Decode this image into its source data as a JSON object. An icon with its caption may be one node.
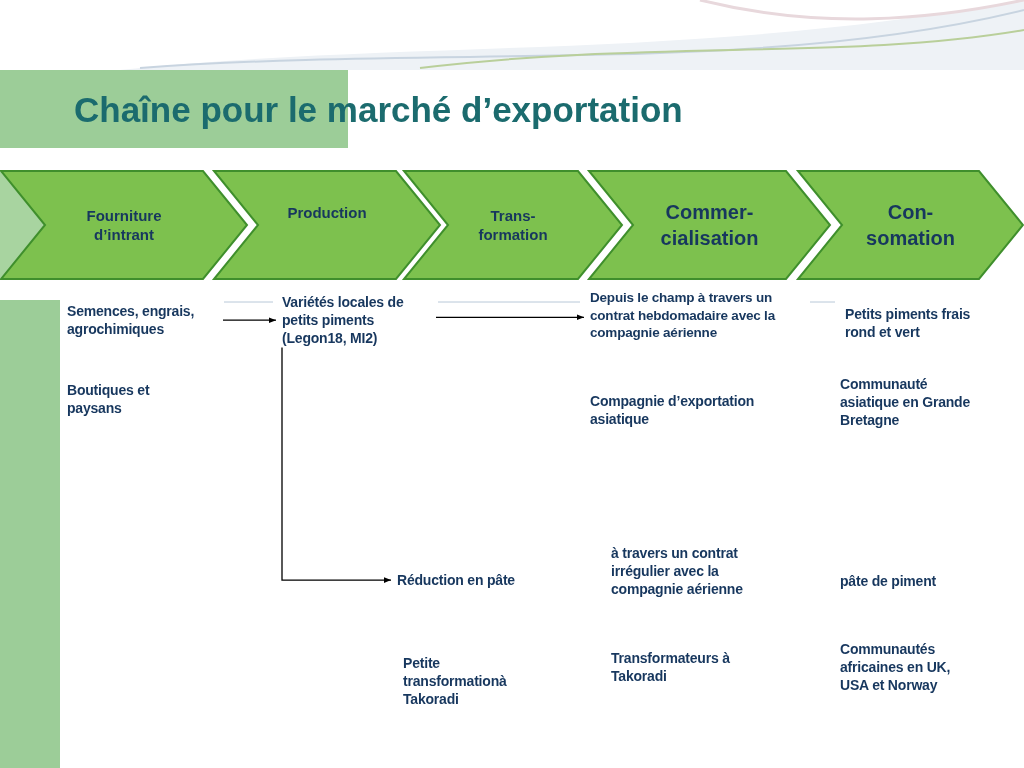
{
  "diagram": {
    "title": "Chaîne pour le marché d’exportation",
    "nodes": [
      {
        "text": [
          "Fourniture d’intrant"
        ]
      },
      {
        "text": [
          "Production"
        ]
      },
      {
        "text": [
          "Trans- formation"
        ]
      },
      {
        "text": [
          "Commer- cialisation"
        ]
      },
      {
        "text": [
          "Con- somation"
        ]
      },
      {
        "text": [
          "Semences, engrais, agrochimiques"
        ]
      },
      {
        "text": [
          "Variétés locales de petits piments (Legon18, MI2)"
        ]
      },
      {
        "text": [
          "Depuis le champ à travers un contrat hebdomadaire avec la compagnie aérienne"
        ]
      },
      {
        "text": [
          "Réduction en pâte"
        ]
      }
    ],
    "edges": [
      {
        "from": 5,
        "to": 6,
        "arrow": "to"
      },
      {
        "from": 6,
        "to": 7,
        "arrow": "to"
      },
      {
        "from": 6,
        "to": 8,
        "arrow": "to"
      }
    ],
    "labels": [
      "Petits piments frais rond et vert",
      "Boutiques et paysans",
      "Communauté asiatique en Grande Bretagne",
      "Compagnie d’exportation asiatique",
      "à travers un contrat irrégulier avec la compagnie aérienne",
      "pâte de piment",
      "Transformateurs à Takoradi",
      "Communautés africaines en UK, USA et Norway",
      "Petite transformationà Takoradi"
    ]
  }
}
